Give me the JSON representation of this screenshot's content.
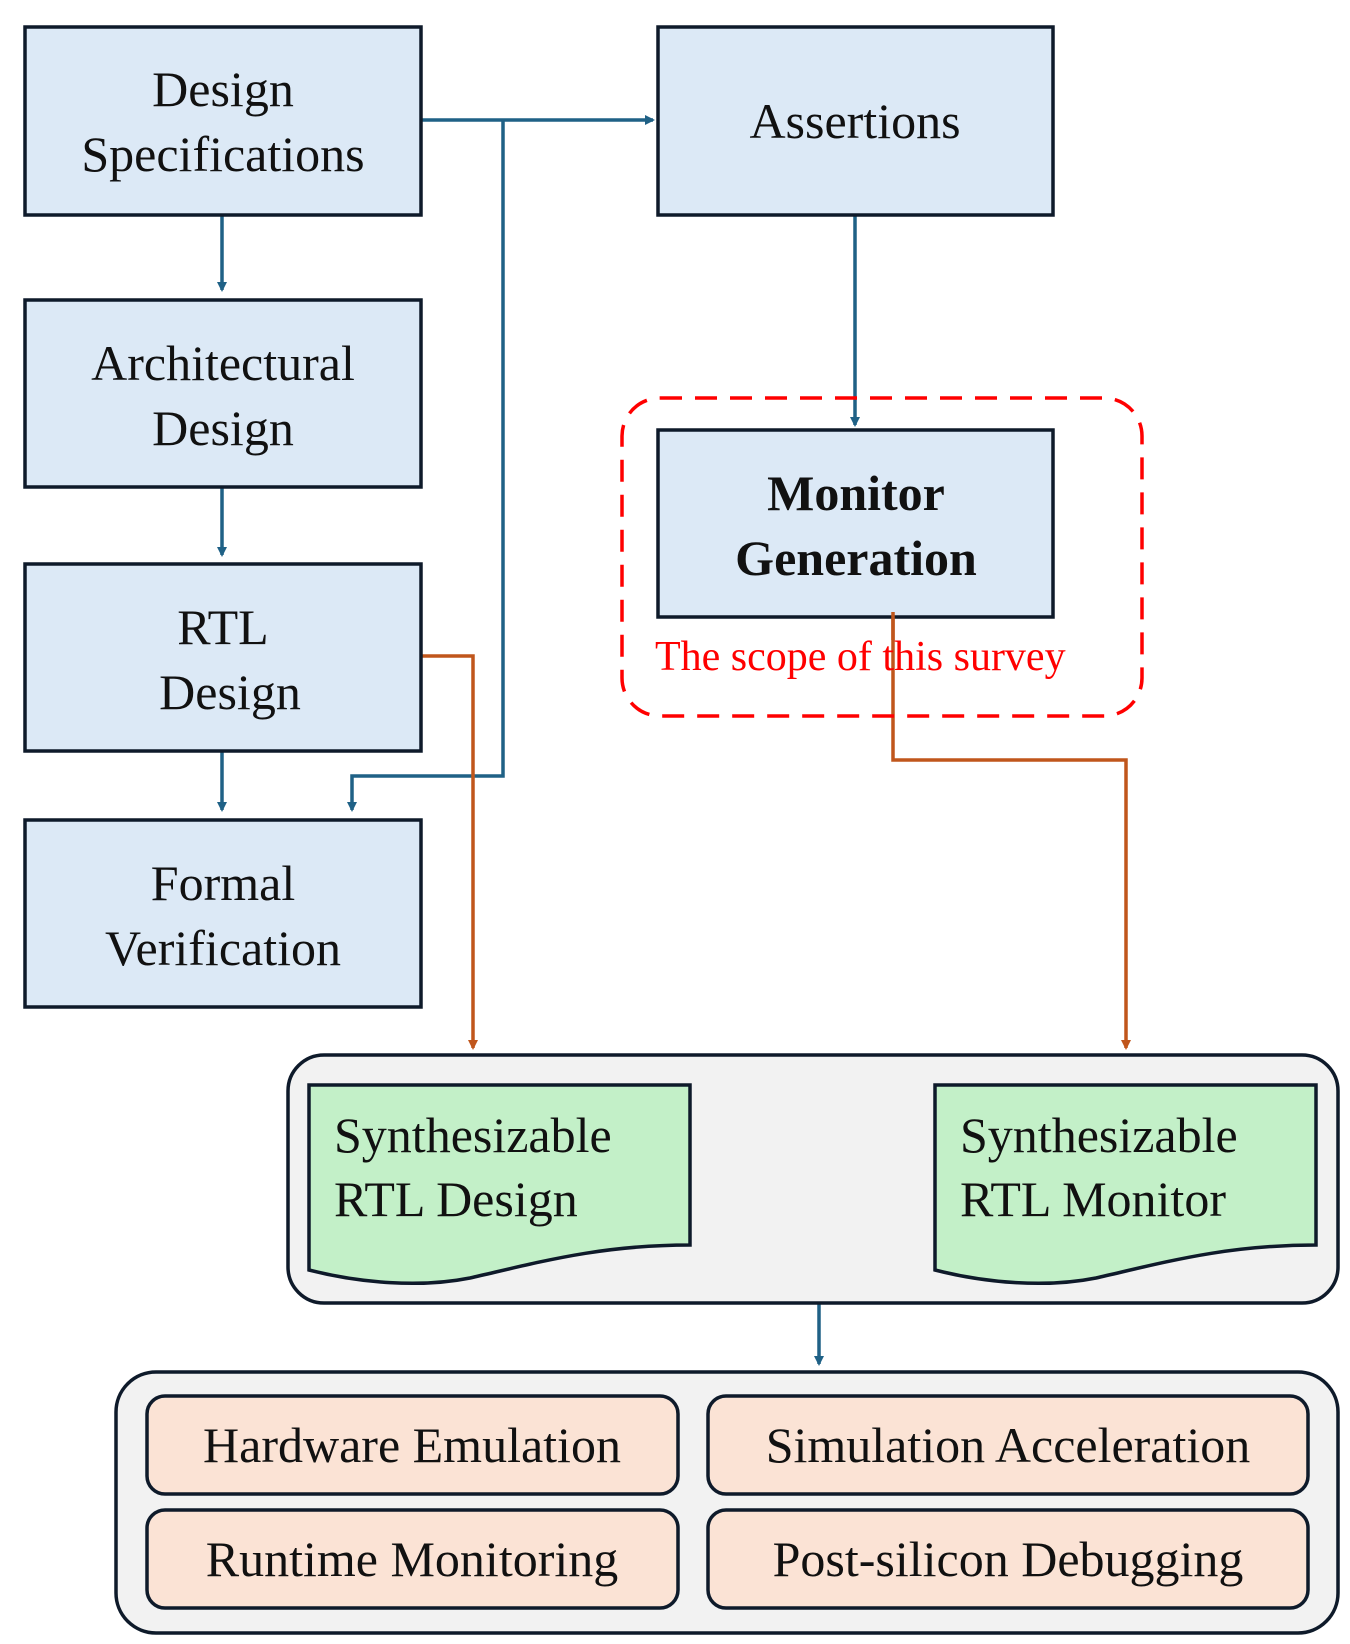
{
  "colors": {
    "blue_box_fill": "#dce9f6",
    "box_stroke": "#0e1a2a",
    "blue_arrow": "#1f6186",
    "orange_arrow": "#c0561c",
    "scope_red": "#ff0000",
    "green_doc_fill": "#c3f0c8",
    "container_fill": "#f2f2f2",
    "peach_fill": "#fbe3d5"
  },
  "nodes": {
    "design_specifications": [
      "Design",
      "Specifications"
    ],
    "architectural_design": [
      "Architectural",
      "Design"
    ],
    "rtl_design": [
      "RTL",
      "Design"
    ],
    "formal_verification": [
      "Formal",
      "Verification"
    ],
    "assertions": [
      "Assertions"
    ],
    "monitor_generation": [
      "Monitor",
      "Generation"
    ]
  },
  "scope_label": "The scope of this survey",
  "outputs": {
    "synthesizable_rtl_design": [
      "Synthesizable",
      "RTL Design"
    ],
    "synthesizable_rtl_monitor": [
      "Synthesizable",
      "RTL Monitor"
    ]
  },
  "applications": [
    "Hardware Emulation",
    "Simulation Acceleration",
    "Runtime Monitoring",
    "Post-silicon Debugging"
  ]
}
